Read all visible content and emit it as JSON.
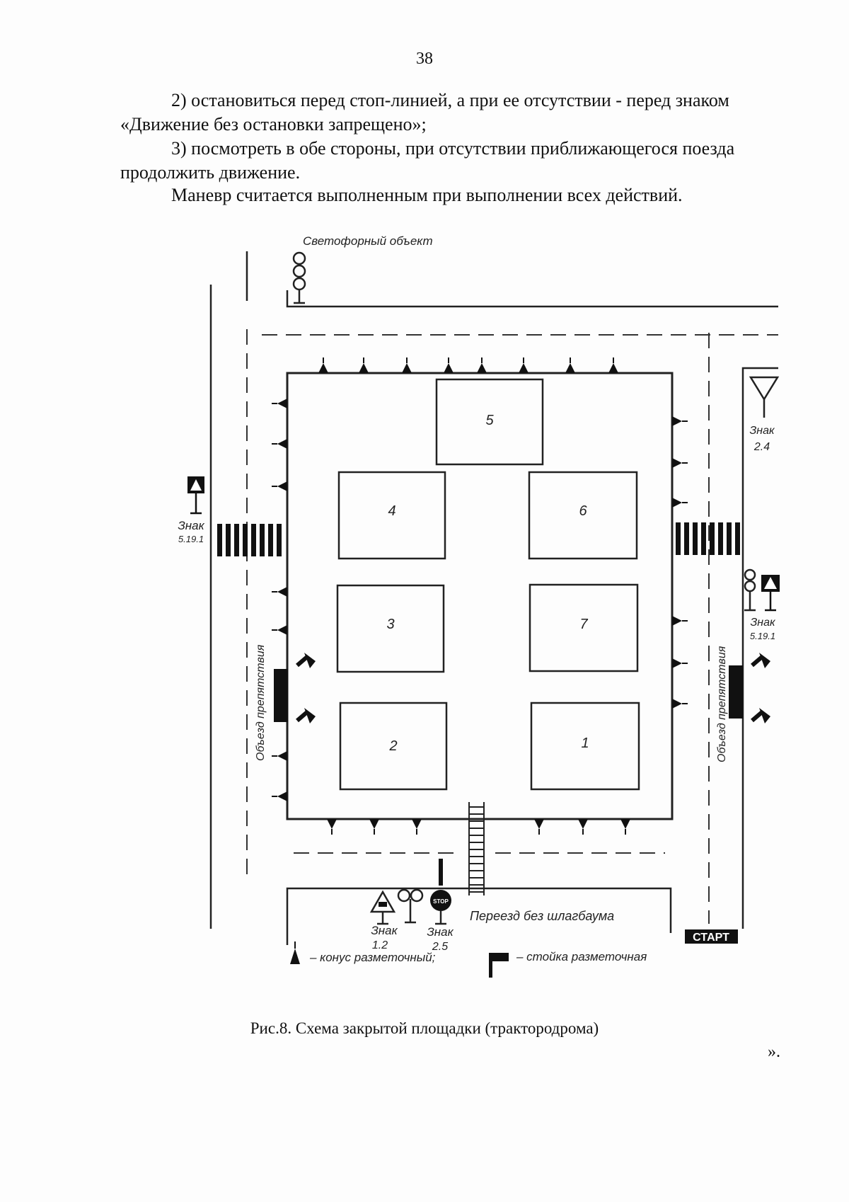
{
  "page_number": "38",
  "paragraphs": [
    "2) остановиться перед стоп-линией, а при ее отсутствии - перед знаком «Движение без остановки запрещено»;",
    "3) посмотреть в обе стороны, при отсутствии приближающегося поезда продолжить движение.",
    "Маневр считается выполненным при выполнении всех действий."
  ],
  "diagram": {
    "traffic_light_label": "Светофорный объект",
    "boxes": [
      "5",
      "4",
      "6",
      "3",
      "7",
      "2",
      "1"
    ],
    "sign_left": [
      "Знак",
      "5.19.1"
    ],
    "sign_right_top": [
      "Знак",
      "2.4"
    ],
    "sign_right_mid": [
      "Знак",
      "5.19.1"
    ],
    "detour_left": "Объезд препятствия",
    "detour_right": "Объезд препятствия",
    "sign_bottom_1": [
      "Знак",
      "1.2"
    ],
    "sign_bottom_2": [
      "Знак",
      "2.5"
    ],
    "stop_sign_text": "STOP",
    "crossing_label": "Переезд без шлагбаума",
    "start_label": "СТАРТ",
    "legend_cone": "– конус разметочный;",
    "legend_post": "– стойка разметочная"
  },
  "caption": "Рис.8. Схема закрытой площадки (трактородрома)",
  "closing_quote": "»."
}
